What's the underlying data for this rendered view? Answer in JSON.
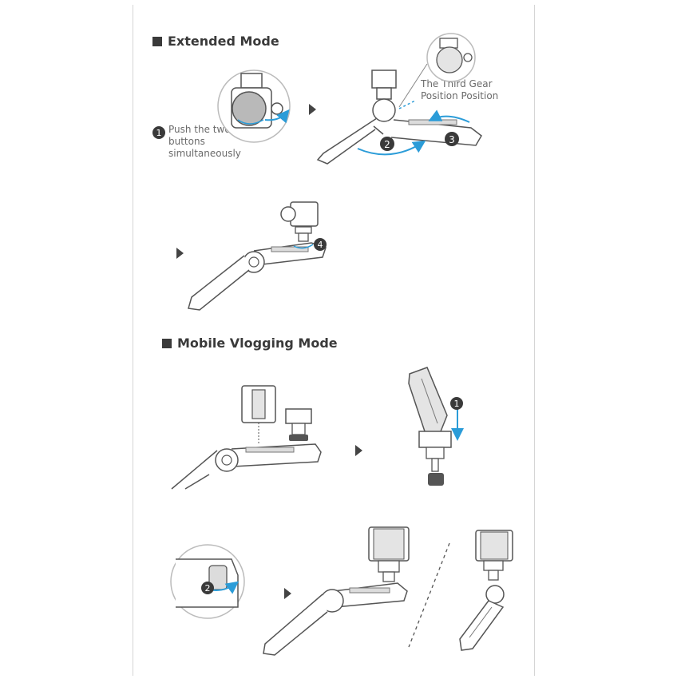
{
  "sections": [
    {
      "title": "Extended Mode"
    },
    {
      "title": "Mobile Vlogging Mode"
    }
  ],
  "callouts": {
    "push_buttons": [
      "Push the two",
      "buttons",
      "simultaneously"
    ],
    "third_gear": [
      "The Third Gear",
      "Position Position"
    ]
  },
  "steps": {
    "extended": [
      "1",
      "2",
      "3",
      "4"
    ],
    "vlogging": [
      "1",
      "2"
    ]
  },
  "colors": {
    "accent": "#2b9cd8",
    "line": "#444444",
    "badge": "#3a3a3a",
    "grey_fill": "#dcdcdc"
  },
  "icons": [
    "arrow-right-icon",
    "tripod-icon",
    "camera-icon",
    "phone-clamp-icon"
  ]
}
